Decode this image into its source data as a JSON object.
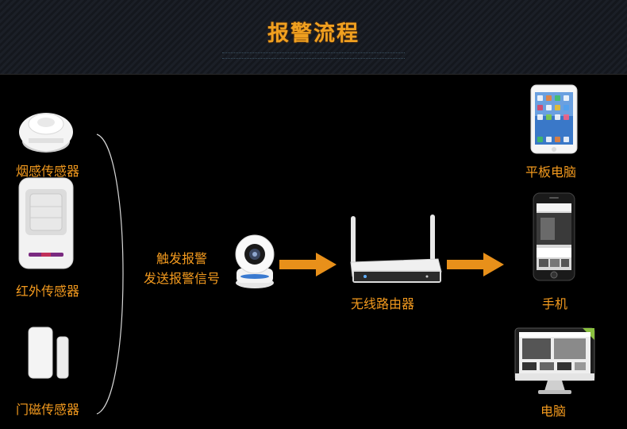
{
  "header": {
    "title": "报警流程"
  },
  "sensors": [
    {
      "label": "烟感传感器",
      "icon": "smoke-detector-icon"
    },
    {
      "label": "红外传感器",
      "icon": "pir-sensor-icon"
    },
    {
      "label": "门磁传感器",
      "icon": "door-sensor-icon"
    }
  ],
  "camera": {
    "line1": "触发报警",
    "line2": "发送报警信号",
    "icon": "ip-camera-icon"
  },
  "router": {
    "label": "无线路由器",
    "icon": "wireless-router-icon"
  },
  "endpoints": [
    {
      "label": "平板电脑",
      "icon": "tablet-icon"
    },
    {
      "label": "手机",
      "icon": "smartphone-icon"
    },
    {
      "label": "电脑",
      "icon": "desktop-computer-icon"
    }
  ],
  "colors": {
    "accent": "#f39a1e",
    "arrow": "#e8901a"
  }
}
